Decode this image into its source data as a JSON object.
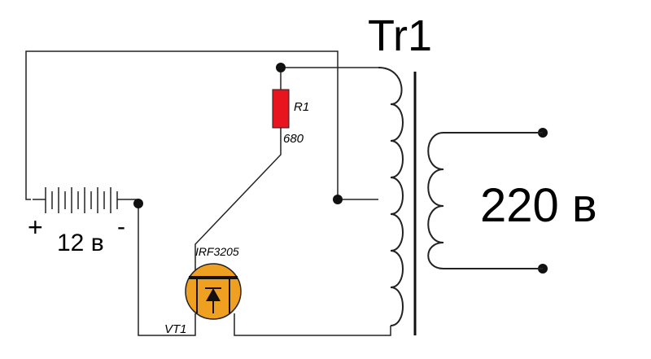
{
  "labels": {
    "transformer": "Tr1",
    "resistor_ref": "R1",
    "resistor_value": "680",
    "transistor_part": "IRF3205",
    "transistor_ref": "VT1",
    "battery_voltage": "12 в",
    "battery_plus": "+",
    "battery_minus": "-",
    "output_voltage": "220 в"
  },
  "colors": {
    "resistor": "#e8141e",
    "transistor_body": "#f0a020"
  }
}
